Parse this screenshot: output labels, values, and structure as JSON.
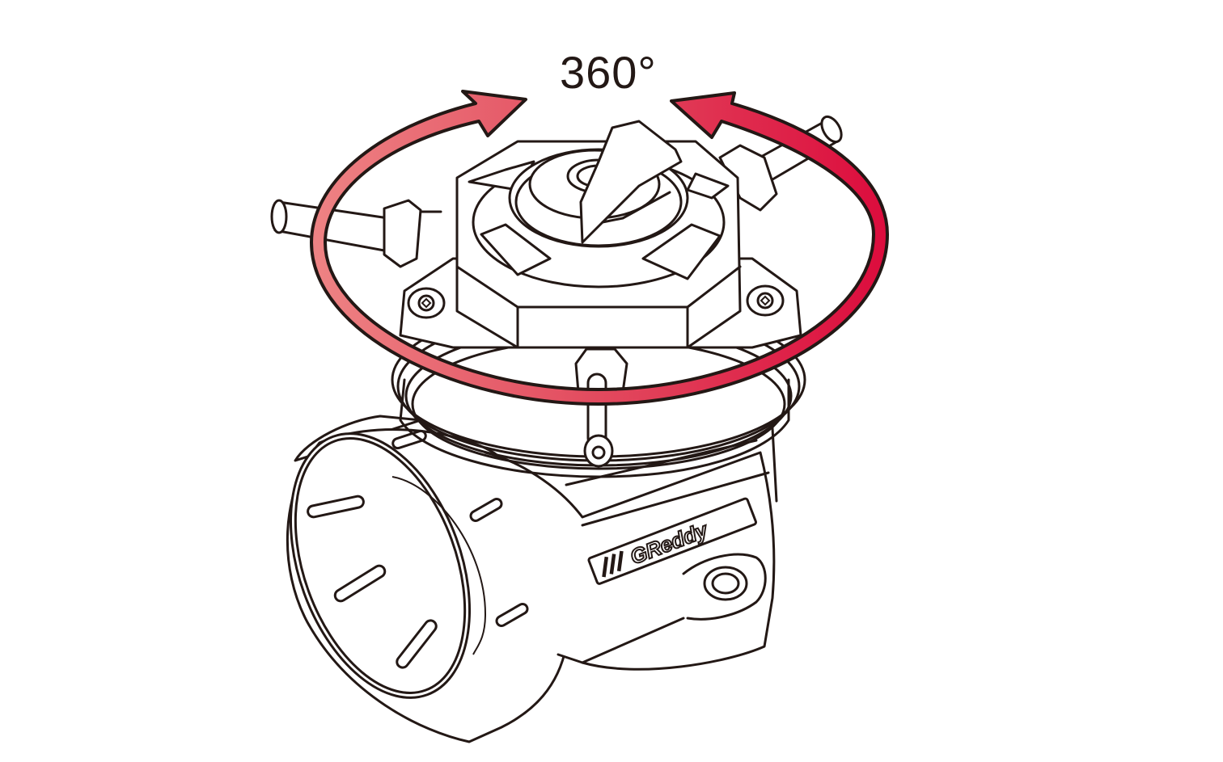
{
  "figure": {
    "rotation_label": "360°",
    "brand_logo_text": "GReddy",
    "subject": "blow-off valve",
    "arrows": {
      "count": 2,
      "direction": "rotate both ways around the valve top",
      "gradient_start": "#ee7f80",
      "gradient_end": "#de0f3f",
      "outline": "#231815"
    },
    "line_color": "#231815",
    "background": "#ffffff"
  }
}
